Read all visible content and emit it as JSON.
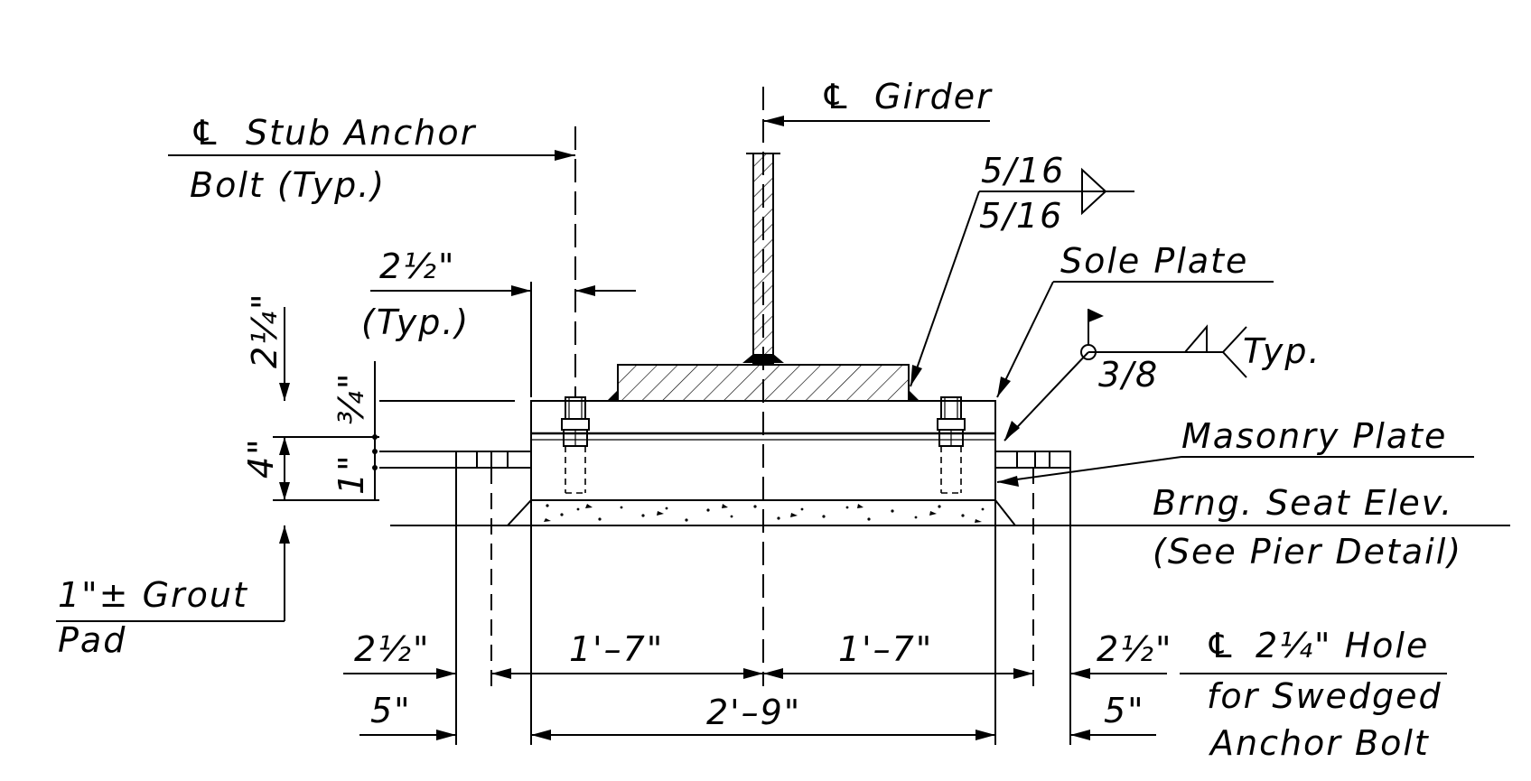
{
  "labels": {
    "cl_symbol": "℄",
    "girder": "Girder",
    "stub_anchor_line1": "Stub Anchor",
    "stub_anchor_line2": "Bolt (Typ.)",
    "weld_top": "5/16",
    "weld_bottom": "5/16",
    "sole_plate": "Sole Plate",
    "masonry_plate": "Masonry Plate",
    "field_weld_size": "3/8",
    "field_weld_note": "Typ.",
    "dim_2_half": "2½\"",
    "dim_typ": "(Typ.)",
    "dim_2_quarter": "2¼\"",
    "dim_3_quarter": "¾\"",
    "dim_4": "4\"",
    "dim_1": "1\"",
    "bearing_seat_line1": "Brng. Seat Elev.",
    "bearing_seat_line2": "(See Pier Detail)",
    "grout_line1": "1\"± Grout",
    "grout_line2": "Pad",
    "dim_left_2_half": "2½\"",
    "dim_left_1_7": "1'–7\"",
    "dim_right_1_7": "1'–7\"",
    "dim_right_2_half": "2½\"",
    "dim_left_5": "5\"",
    "dim_2_9": "2'–9\"",
    "dim_right_5": "5\"",
    "hole_line1": "2¼\" Hole",
    "hole_line2": "for Swedged",
    "hole_line3": "Anchor Bolt"
  }
}
